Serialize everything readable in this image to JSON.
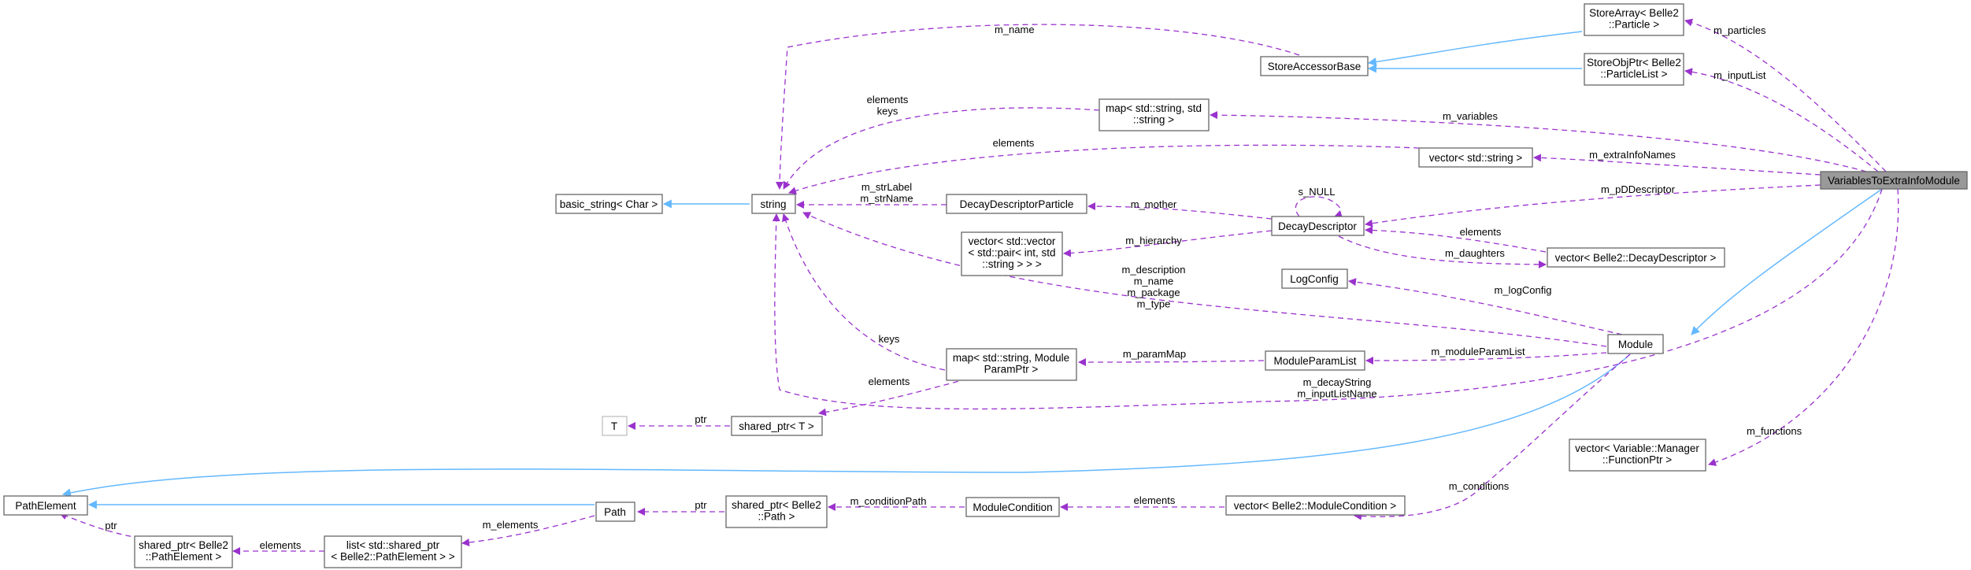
{
  "nodes": {
    "variables_to_extra_info_module": [
      "VariablesToExtraInfoModule"
    ],
    "store_array": [
      "StoreArray< Belle2",
      "::Particle >"
    ],
    "store_obj_ptr": [
      "StoreObjPtr< Belle2",
      "::ParticleList >"
    ],
    "store_accessor_base": [
      "StoreAccessorBase"
    ],
    "map_string_string": [
      "map< std::string, std",
      "::string >"
    ],
    "vector_string": [
      "vector< std::string >"
    ],
    "basic_string": [
      "basic_string< Char >"
    ],
    "string": [
      "string"
    ],
    "decay_descriptor_particle": [
      "DecayDescriptorParticle"
    ],
    "decay_descriptor": [
      "DecayDescriptor"
    ],
    "vector_pair": [
      "vector< std::vector",
      "< std::pair< int, std",
      "::string > > >"
    ],
    "vector_decay_descriptor": [
      "vector< Belle2::DecayDescriptor >"
    ],
    "log_config": [
      "LogConfig"
    ],
    "module": [
      "Module"
    ],
    "module_param_list": [
      "ModuleParamList"
    ],
    "map_module_param": [
      "map< std::string, Module",
      "ParamPtr >"
    ],
    "t": [
      "T"
    ],
    "shared_ptr_t": [
      "shared_ptr< T >"
    ],
    "vector_function_ptr": [
      "vector< Variable::Manager",
      "::FunctionPtr >"
    ],
    "path_element": [
      "PathElement"
    ],
    "path": [
      "Path"
    ],
    "shared_ptr_path": [
      "shared_ptr< Belle2",
      "::Path >"
    ],
    "module_condition": [
      "ModuleCondition"
    ],
    "vector_module_condition": [
      "vector< Belle2::ModuleCondition >"
    ],
    "shared_ptr_path_element": [
      "shared_ptr< Belle2",
      "::PathElement >"
    ],
    "list_shared_ptr": [
      "list< std::shared_ptr",
      "< Belle2::PathElement > >"
    ]
  },
  "edge_labels": {
    "m_name": [
      "m_name"
    ],
    "m_particles": [
      "m_particles"
    ],
    "m_input_list": [
      "m_inputList"
    ],
    "map_elements_keys": [
      "elements",
      "keys"
    ],
    "m_variables": [
      "m_variables"
    ],
    "vector_string_elements": [
      "elements"
    ],
    "m_extra_info_names": [
      "m_extraInfoNames"
    ],
    "m_str_label_name": [
      "m_strLabel",
      "m_strName"
    ],
    "s_null": [
      "s_NULL"
    ],
    "m_pdd_descriptor": [
      "m_pDDescriptor"
    ],
    "m_mother": [
      "m_mother"
    ],
    "m_hierarchy": [
      "m_hierarchy"
    ],
    "dd_elements": [
      "elements"
    ],
    "m_daughters": [
      "m_daughters"
    ],
    "module_strings": [
      "m_description",
      "m_name",
      "m_package",
      "m_type"
    ],
    "m_log_config": [
      "m_logConfig"
    ],
    "map_keys": [
      "keys"
    ],
    "m_param_map": [
      "m_paramMap"
    ],
    "m_module_param_list": [
      "m_moduleParamList"
    ],
    "map_elements": [
      "elements"
    ],
    "decay_input": [
      "m_decayString",
      "m_inputListName"
    ],
    "ptr_t": [
      "ptr"
    ],
    "m_functions": [
      "m_functions"
    ],
    "m_conditions": [
      "m_conditions"
    ],
    "ptr_path": [
      "ptr"
    ],
    "m_condition_path": [
      "m_conditionPath"
    ],
    "cond_elements": [
      "elements"
    ],
    "m_elements": [
      "m_elements"
    ],
    "list_elements": [
      "elements"
    ],
    "ptr_path_element": [
      "ptr"
    ]
  },
  "colors": {
    "inheritance_edge": "#63b8ff",
    "usage_edge": "#9a32cd",
    "focus_node_fill": "#999999",
    "node_border": "#666666"
  }
}
